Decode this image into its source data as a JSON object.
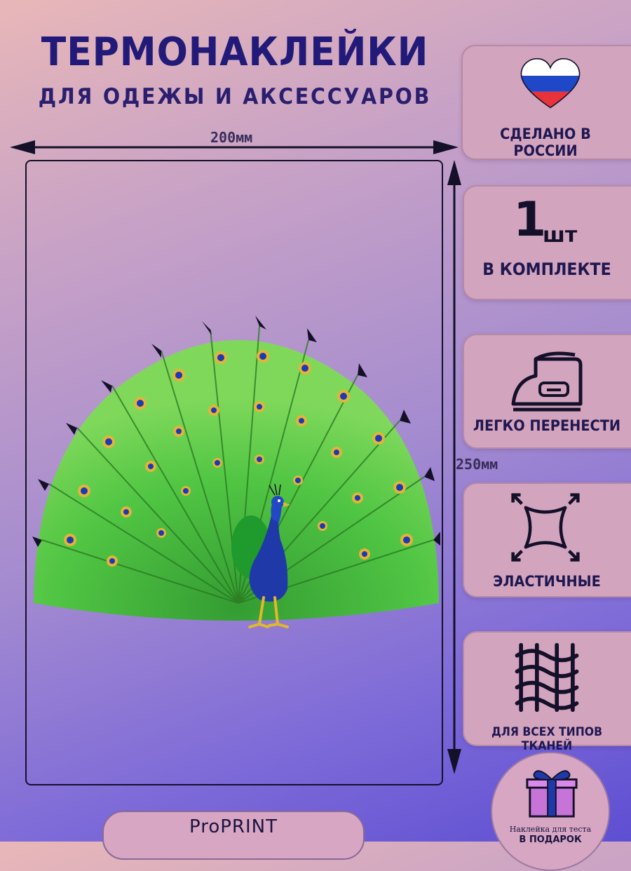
{
  "header": {
    "title": "ТЕРМОНАКЛЕЙКИ",
    "subtitle": "ДЛЯ ОДЕЖЫ И АКСЕССУАРОВ"
  },
  "dimensions": {
    "width_label": "200мм",
    "height_label": "250мм"
  },
  "product": {
    "image_icon": "peacock-illustration"
  },
  "features": [
    {
      "icon": "russia-heart-flag-icon",
      "label": "СДЕЛАНО В РОССИИ"
    },
    {
      "quantity": "1",
      "unit": "шт",
      "label": "В КОМПЛЕКТЕ"
    },
    {
      "icon": "iron-icon",
      "label": "ЛЕГКО ПЕРЕНЕСТИ"
    },
    {
      "icon": "stretch-icon",
      "label": "ЭЛАСТИЧНЫЕ"
    },
    {
      "icon": "fabric-weave-icon",
      "label": "ДЛЯ ВСЕХ ТИПОВ ТКАНЕЙ"
    }
  ],
  "brand": {
    "name": "ProPRINT"
  },
  "gift": {
    "icon": "gift-box-icon",
    "line1": "Наклейка для теста",
    "line2": "В ПОДАРОК"
  },
  "colors": {
    "title": "#221a78",
    "card_bg": "#d3a4be",
    "peacock_body": "#1f3aa8",
    "feather_green": "#45c23a"
  }
}
